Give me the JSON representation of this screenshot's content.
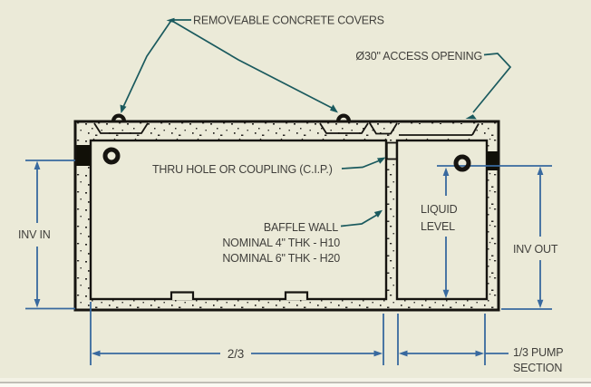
{
  "diagram": {
    "type": "concrete-two-compartment-pump-tank-section",
    "labels": {
      "covers": "REMOVEABLE CONCRETE COVERS",
      "access_opening": "Ø30\" ACCESS OPENING",
      "thru_hole": "THRU HOLE OR COUPLING (C.I.P.)",
      "baffle_line1": "BAFFLE WALL",
      "baffle_line2": "NOMINAL 4\" THK - H10",
      "baffle_line3": "NOMINAL 6\" THK - H20",
      "liquid_line1": "LIQUID",
      "liquid_line2": "LEVEL",
      "inv_in": "INV IN",
      "inv_out": "INV OUT",
      "dim_left_section": "2/3",
      "pump_line1": "1/3 PUMP",
      "pump_line2": "SECTION"
    },
    "colors": {
      "background": "#ebead8",
      "line_black": "#161410",
      "dimension_blue": "#38699f",
      "leader_teal": "#1a5a5e",
      "text": "#403f3b"
    }
  }
}
